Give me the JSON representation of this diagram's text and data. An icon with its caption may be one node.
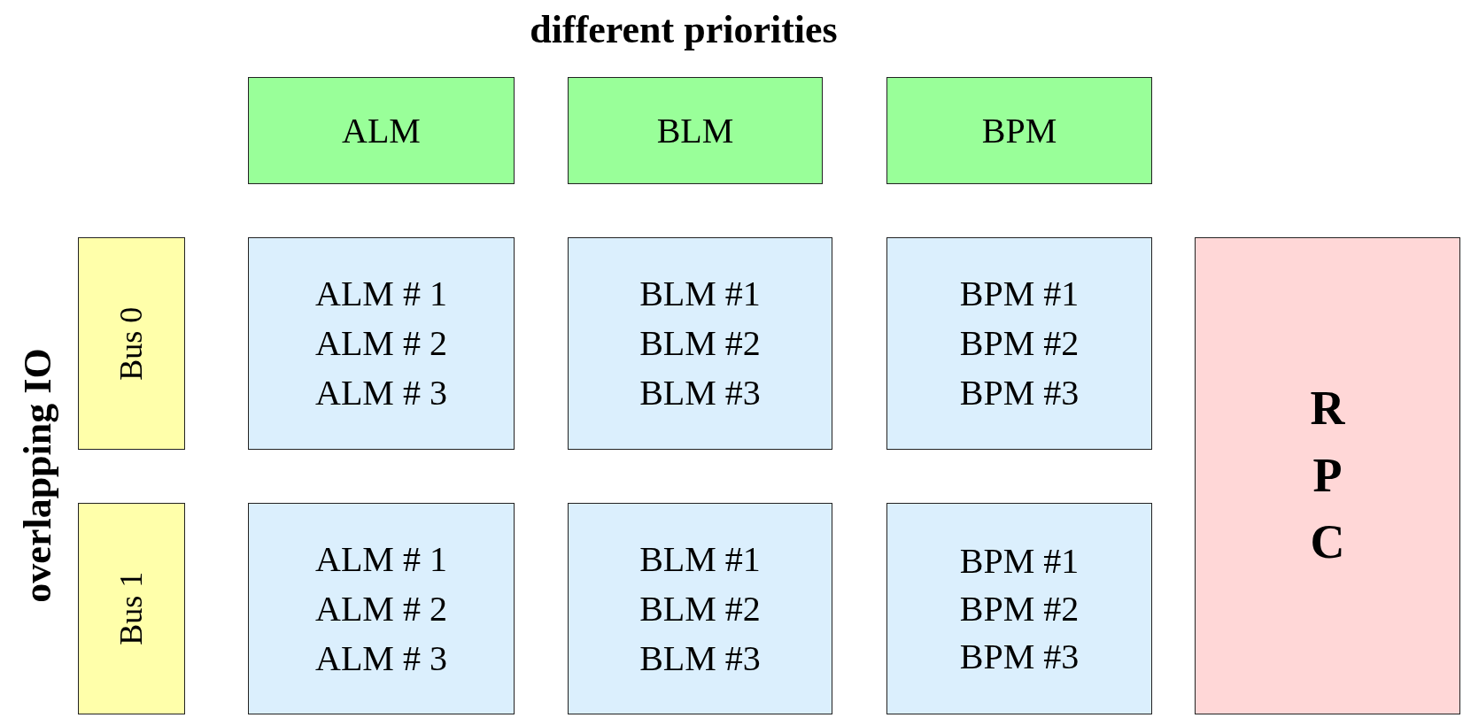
{
  "diagram": {
    "title": "different priorities",
    "nodes": [
      {
        "text": [
          "ALM"
        ]
      },
      {
        "text": [
          "BLM"
        ]
      },
      {
        "text": [
          "BPM"
        ]
      },
      {
        "text": [
          "Bus 0"
        ]
      },
      {
        "text": [
          "ALM # 1",
          "ALM # 2",
          "ALM # 3"
        ]
      },
      {
        "text": [
          "BLM #1",
          "BLM #2",
          "BLM #3"
        ]
      },
      {
        "text": [
          "BPM #1",
          "BPM #2",
          "BPM #3"
        ]
      },
      {
        "text": [
          "RPC"
        ]
      },
      {
        "text": [
          "Bus 1"
        ]
      },
      {
        "text": [
          "ALM # 1",
          "ALM # 2",
          "ALM # 3"
        ]
      },
      {
        "text": [
          "BLM #1",
          "BLM #2",
          "BLM #3"
        ]
      },
      {
        "text": [
          "BPM #1",
          "BPM #2",
          "BPM #3"
        ]
      }
    ],
    "edges": [],
    "labels": [
      "overlapping IO"
    ]
  }
}
